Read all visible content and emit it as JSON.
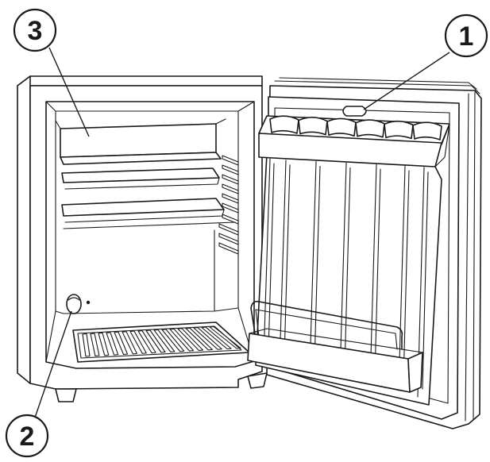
{
  "callouts": [
    {
      "id": "1",
      "label": "1"
    },
    {
      "id": "2",
      "label": "2"
    },
    {
      "id": "3",
      "label": "3"
    }
  ],
  "colors": {
    "stroke": "#1a1a1a",
    "background": "#ffffff"
  }
}
